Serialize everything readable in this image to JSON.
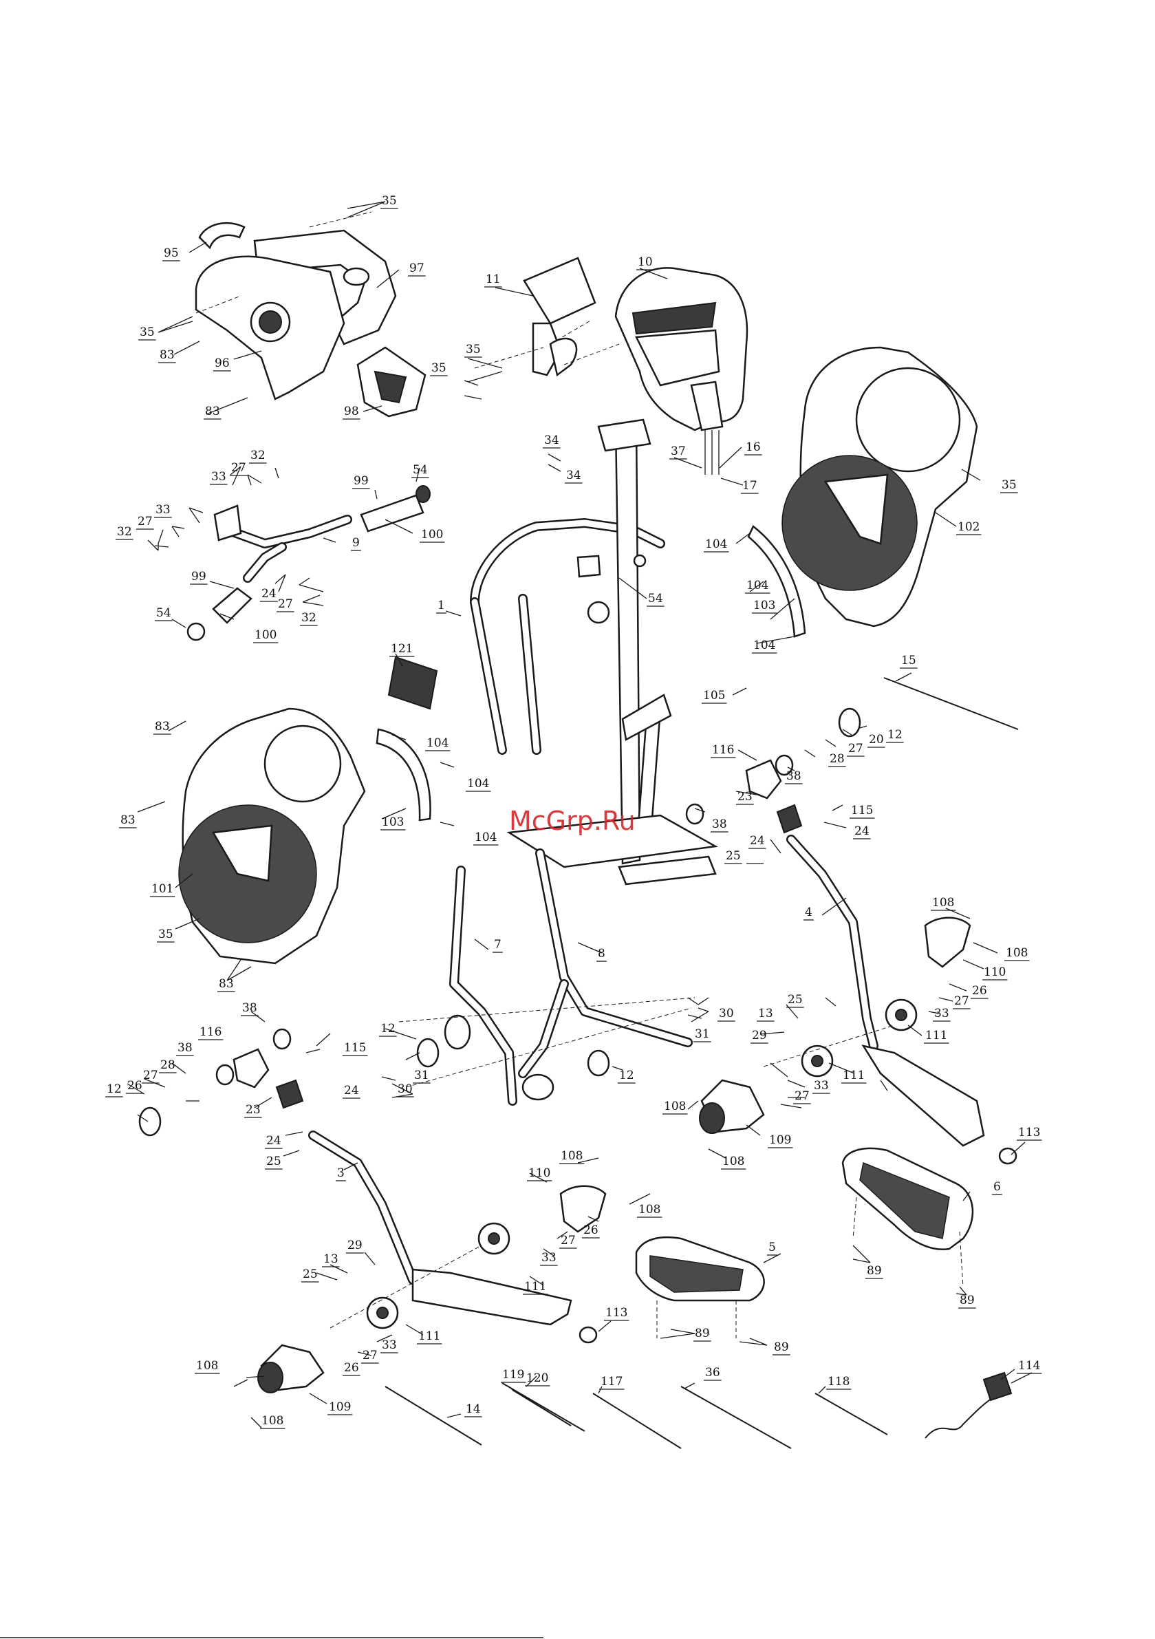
{
  "watermark": "McGrp.Ru",
  "callouts": [
    {
      "id": "c-35-a",
      "text": "35"
    },
    {
      "id": "c-95",
      "text": "95"
    },
    {
      "id": "c-97",
      "text": "97"
    },
    {
      "id": "c-35-b",
      "text": "35"
    },
    {
      "id": "c-83-a",
      "text": "83"
    },
    {
      "id": "c-96",
      "text": "96"
    },
    {
      "id": "c-83-b",
      "text": "83"
    },
    {
      "id": "c-98",
      "text": "98"
    },
    {
      "id": "c-11",
      "text": "11"
    },
    {
      "id": "c-10",
      "text": "10"
    },
    {
      "id": "c-35-c",
      "text": "35"
    },
    {
      "id": "c-35-d",
      "text": "35"
    },
    {
      "id": "c-34-a",
      "text": "34"
    },
    {
      "id": "c-34-b",
      "text": "34"
    },
    {
      "id": "c-37",
      "text": "37"
    },
    {
      "id": "c-16",
      "text": "16"
    },
    {
      "id": "c-17",
      "text": "17"
    },
    {
      "id": "c-35-e",
      "text": "35"
    },
    {
      "id": "c-102",
      "text": "102"
    },
    {
      "id": "c-32-a",
      "text": "32"
    },
    {
      "id": "c-27-a",
      "text": "27"
    },
    {
      "id": "c-33-a",
      "text": "33"
    },
    {
      "id": "c-54-a",
      "text": "54"
    },
    {
      "id": "c-99-a",
      "text": "99"
    },
    {
      "id": "c-33-b",
      "text": "33"
    },
    {
      "id": "c-32-b",
      "text": "32"
    },
    {
      "id": "c-27-b",
      "text": "27"
    },
    {
      "id": "c-100-a",
      "text": "100"
    },
    {
      "id": "c-9",
      "text": "9"
    },
    {
      "id": "c-104-a",
      "text": "104"
    },
    {
      "id": "c-104-b",
      "text": "104"
    },
    {
      "id": "c-103-a",
      "text": "103"
    },
    {
      "id": "c-104-c",
      "text": "104"
    },
    {
      "id": "c-99-b",
      "text": "99"
    },
    {
      "id": "c-24-a",
      "text": "24"
    },
    {
      "id": "c-27-c",
      "text": "27"
    },
    {
      "id": "c-32-c",
      "text": "32"
    },
    {
      "id": "c-54-b",
      "text": "54"
    },
    {
      "id": "c-100-b",
      "text": "100"
    },
    {
      "id": "c-1",
      "text": "1"
    },
    {
      "id": "c-54-c",
      "text": "54"
    },
    {
      "id": "c-121",
      "text": "121"
    },
    {
      "id": "c-15",
      "text": "15"
    },
    {
      "id": "c-105",
      "text": "105"
    },
    {
      "id": "c-12-a",
      "text": "12"
    },
    {
      "id": "c-20",
      "text": "20"
    },
    {
      "id": "c-27-d",
      "text": "27"
    },
    {
      "id": "c-28-a",
      "text": "28"
    },
    {
      "id": "c-83-c",
      "text": "83"
    },
    {
      "id": "c-104-d",
      "text": "104"
    },
    {
      "id": "c-104-e",
      "text": "104"
    },
    {
      "id": "c-116-a",
      "text": "116"
    },
    {
      "id": "c-38-a",
      "text": "38"
    },
    {
      "id": "c-83-d",
      "text": "83"
    },
    {
      "id": "c-103-b",
      "text": "103"
    },
    {
      "id": "c-104-f",
      "text": "104"
    },
    {
      "id": "c-23-a",
      "text": "23"
    },
    {
      "id": "c-38-b",
      "text": "38"
    },
    {
      "id": "c-115-a",
      "text": "115"
    },
    {
      "id": "c-24-b",
      "text": "24"
    },
    {
      "id": "c-24-c",
      "text": "24"
    },
    {
      "id": "c-25-a",
      "text": "25"
    },
    {
      "id": "c-101",
      "text": "101"
    },
    {
      "id": "c-4",
      "text": "4"
    },
    {
      "id": "c-108-a",
      "text": "108"
    },
    {
      "id": "c-35-f",
      "text": "35"
    },
    {
      "id": "c-7",
      "text": "7"
    },
    {
      "id": "c-8",
      "text": "8"
    },
    {
      "id": "c-108-b",
      "text": "108"
    },
    {
      "id": "c-110-a",
      "text": "110"
    },
    {
      "id": "c-83-e",
      "text": "83"
    },
    {
      "id": "c-26-a",
      "text": "26"
    },
    {
      "id": "c-27-e",
      "text": "27"
    },
    {
      "id": "c-25-b",
      "text": "25"
    },
    {
      "id": "c-30-a",
      "text": "30"
    },
    {
      "id": "c-33-c",
      "text": "33"
    },
    {
      "id": "c-38-c",
      "text": "38"
    },
    {
      "id": "c-13-a",
      "text": "13"
    },
    {
      "id": "c-31-a",
      "text": "31"
    },
    {
      "id": "c-111-a",
      "text": "111"
    },
    {
      "id": "c-12-b",
      "text": "12"
    },
    {
      "id": "c-29-a",
      "text": "29"
    },
    {
      "id": "c-116-b",
      "text": "116"
    },
    {
      "id": "c-115-b",
      "text": "115"
    },
    {
      "id": "c-38-d",
      "text": "38"
    },
    {
      "id": "c-31-b",
      "text": "31"
    },
    {
      "id": "c-12-c",
      "text": "12"
    },
    {
      "id": "c-111-b",
      "text": "111"
    },
    {
      "id": "c-28-b",
      "text": "28"
    },
    {
      "id": "c-33-d",
      "text": "33"
    },
    {
      "id": "c-27-f",
      "text": "27"
    },
    {
      "id": "c-24-d",
      "text": "24"
    },
    {
      "id": "c-30-b",
      "text": "30"
    },
    {
      "id": "c-27-g",
      "text": "27"
    },
    {
      "id": "c-26-b",
      "text": "26"
    },
    {
      "id": "c-12-d",
      "text": "12"
    },
    {
      "id": "c-23-b",
      "text": "23"
    },
    {
      "id": "c-108-c",
      "text": "108"
    },
    {
      "id": "c-109-a",
      "text": "109"
    },
    {
      "id": "c-113-a",
      "text": "113"
    },
    {
      "id": "c-24-e",
      "text": "24"
    },
    {
      "id": "c-108-d",
      "text": "108"
    },
    {
      "id": "c-25-c",
      "text": "25"
    },
    {
      "id": "c-108-e",
      "text": "108"
    },
    {
      "id": "c-3",
      "text": "3"
    },
    {
      "id": "c-110-b",
      "text": "110"
    },
    {
      "id": "c-6",
      "text": "6"
    },
    {
      "id": "c-108-f",
      "text": "108"
    },
    {
      "id": "c-26-c",
      "text": "26"
    },
    {
      "id": "c-27-h",
      "text": "27"
    },
    {
      "id": "c-29-b",
      "text": "29"
    },
    {
      "id": "c-33-e",
      "text": "33"
    },
    {
      "id": "c-5",
      "text": "5"
    },
    {
      "id": "c-89-a",
      "text": "89"
    },
    {
      "id": "c-13-b",
      "text": "13"
    },
    {
      "id": "c-25-d",
      "text": "25"
    },
    {
      "id": "c-111-c",
      "text": "111"
    },
    {
      "id": "c-89-b",
      "text": "89"
    },
    {
      "id": "c-111-d",
      "text": "111"
    },
    {
      "id": "c-113-b",
      "text": "113"
    },
    {
      "id": "c-33-f",
      "text": "33"
    },
    {
      "id": "c-27-i",
      "text": "27"
    },
    {
      "id": "c-89-c",
      "text": "89"
    },
    {
      "id": "c-89-d",
      "text": "89"
    },
    {
      "id": "c-108-g",
      "text": "108"
    },
    {
      "id": "c-26-d",
      "text": "26"
    },
    {
      "id": "c-109-b",
      "text": "109"
    },
    {
      "id": "c-119",
      "text": "119"
    },
    {
      "id": "c-120",
      "text": "120"
    },
    {
      "id": "c-117",
      "text": "117"
    },
    {
      "id": "c-36",
      "text": "36"
    },
    {
      "id": "c-118",
      "text": "118"
    },
    {
      "id": "c-114",
      "text": "114"
    },
    {
      "id": "c-14",
      "text": "14"
    },
    {
      "id": "c-108-h",
      "text": "108"
    }
  ]
}
